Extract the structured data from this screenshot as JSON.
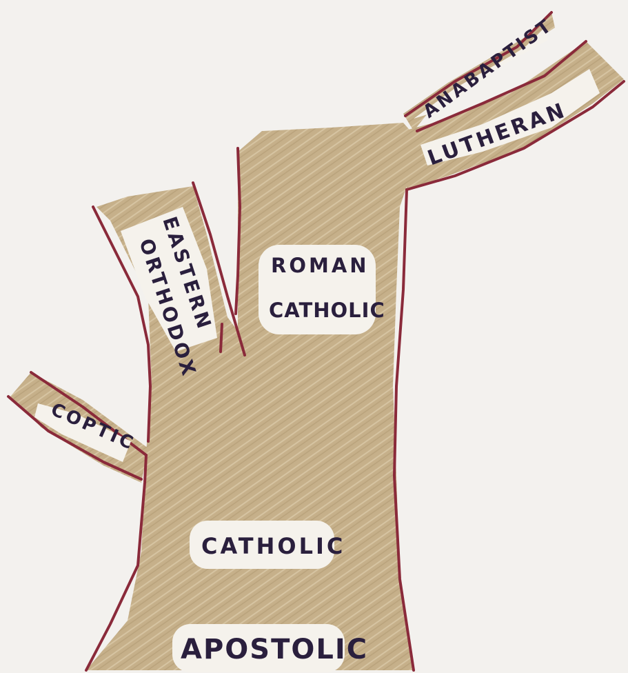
{
  "diagram": {
    "branches": [
      {
        "id": "anabaptist",
        "label": "ANABAPTIST"
      },
      {
        "id": "lutheran",
        "label": "LUTHERAN"
      },
      {
        "id": "eastern-orthodox",
        "label_line1": "EASTERN",
        "label_line2": "ORTHODOX"
      },
      {
        "id": "roman-catholic",
        "label_line1": "ROMAN",
        "label_line2": "CATHOLIC"
      },
      {
        "id": "coptic",
        "label": "COPTIC"
      }
    ],
    "trunk": [
      {
        "id": "catholic",
        "label": "CATHOLIC"
      },
      {
        "id": "apostolic",
        "label": "APOSTOLIC"
      }
    ]
  },
  "colors": {
    "paper": "#f3f1ee",
    "bark": "#c9b48f",
    "bark_light": "#d9c9a8",
    "outline": "#8a2a3a",
    "label_bg": "#f5f2ec",
    "ink": "#2a1f3d"
  }
}
